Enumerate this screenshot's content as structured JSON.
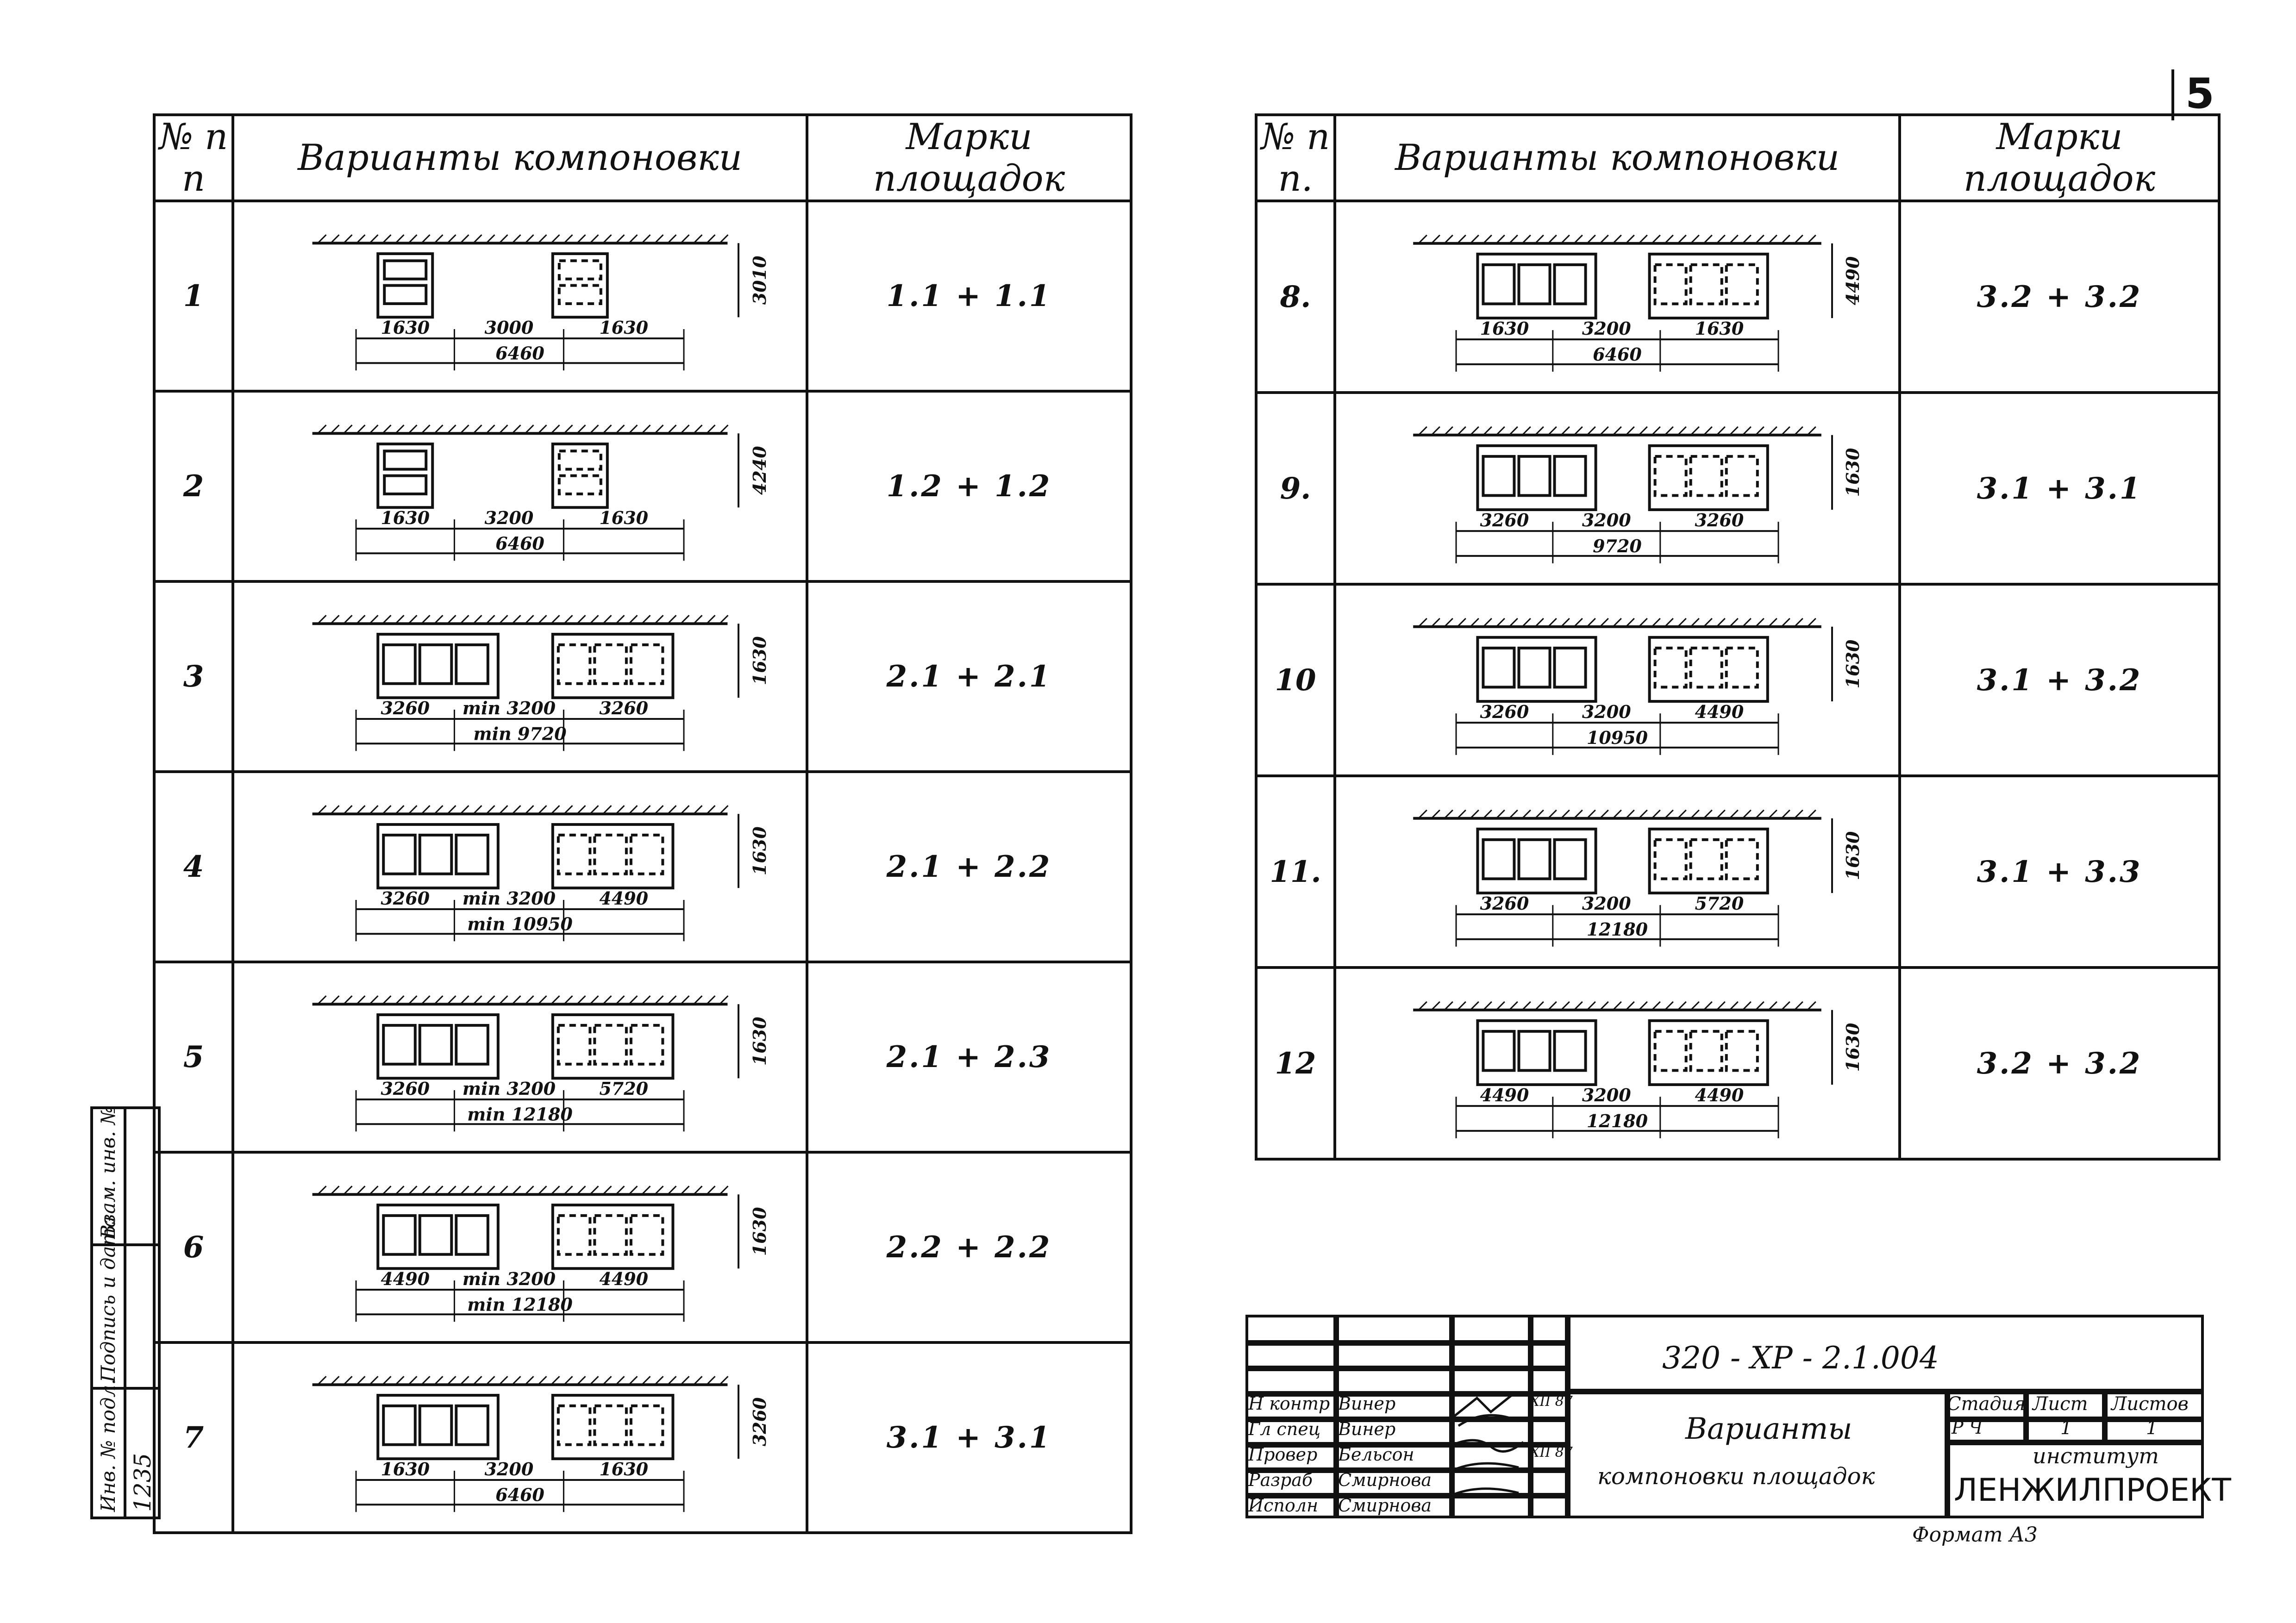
{
  "page_number": "5",
  "left_table": {
    "headers": {
      "num": "№ п п",
      "variants": "Варианты компоновки",
      "marks": "Марки площадок"
    },
    "rows": [
      {
        "num": "1",
        "mark": "1.1 + 1.1",
        "dims": [
          "1630",
          "3000",
          "1630",
          "6460",
          "3010"
        ]
      },
      {
        "num": "2",
        "mark": "1.2 + 1.2",
        "dims": [
          "1630",
          "3200",
          "1630",
          "6460",
          "4240"
        ]
      },
      {
        "num": "3",
        "mark": "2.1 + 2.1",
        "dims": [
          "3260",
          "min 3200",
          "3260",
          "min 9720",
          "1630"
        ]
      },
      {
        "num": "4",
        "mark": "2.1 + 2.2",
        "dims": [
          "3260",
          "min 3200",
          "4490",
          "min 10950",
          "1630"
        ]
      },
      {
        "num": "5",
        "mark": "2.1 + 2.3",
        "dims": [
          "3260",
          "min 3200",
          "5720",
          "min 12180",
          "1630"
        ]
      },
      {
        "num": "6",
        "mark": "2.2 + 2.2",
        "dims": [
          "4490",
          "min 3200",
          "4490",
          "min 12180",
          "1630"
        ]
      },
      {
        "num": "7",
        "mark": "3.1 + 3.1",
        "dims": [
          "1630",
          "3200",
          "1630",
          "6460",
          "3260"
        ]
      }
    ]
  },
  "right_table": {
    "headers": {
      "num": "№ п п.",
      "variants": "Варианты компоновки",
      "marks": "Марки площадок"
    },
    "rows": [
      {
        "num": "8.",
        "mark": "3.2 + 3.2",
        "dims": [
          "1630",
          "3200",
          "1630",
          "6460",
          "4490"
        ]
      },
      {
        "num": "9.",
        "mark": "3.1 + 3.1",
        "dims": [
          "3260",
          "3200",
          "3260",
          "9720",
          "1630"
        ]
      },
      {
        "num": "10",
        "mark": "3.1 + 3.2",
        "dims": [
          "3260",
          "3200",
          "4490",
          "10950",
          "1630"
        ]
      },
      {
        "num": "11.",
        "mark": "3.1 + 3.3",
        "dims": [
          "3260",
          "3200",
          "5720",
          "12180",
          "1630"
        ]
      },
      {
        "num": "12",
        "mark": "3.2 + 3.2",
        "dims": [
          "4490",
          "3200",
          "4490",
          "12180",
          "1630"
        ]
      }
    ]
  },
  "side_stamp": {
    "inv_podl": "Инв. № подл.",
    "podpis": "Подпись и дата",
    "vzam": "Взам. инв. №",
    "inv_value": "1235"
  },
  "title_block": {
    "code": "320 - ХР - 2.1.004",
    "title_line1": "Варианты",
    "title_line2": "компоновки площадок",
    "stage_h": "Стадия",
    "sheet_h": "Лист",
    "sheets_h": "Листов",
    "stage": "Р Ч",
    "sheet": "1",
    "sheets": "1",
    "org_line1": "институт",
    "org_line2": "ЛЕНЖИЛПРОЕКТ",
    "roles": [
      "Н контр",
      "Гл спец",
      "Провер",
      "Разраб",
      "Исполн"
    ],
    "names": [
      "Винер",
      "Винер",
      "Бельсон",
      "Смирнова",
      "Смирнова"
    ],
    "dates": [
      "XII 87",
      "XII 87"
    ]
  },
  "format": "Формат А3"
}
